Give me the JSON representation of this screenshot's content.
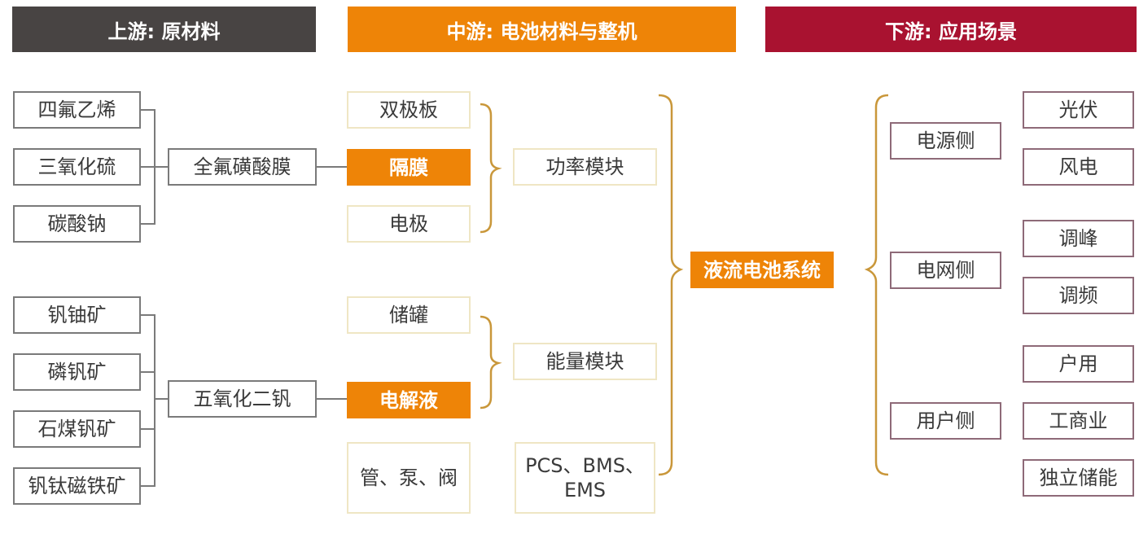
{
  "headers": {
    "upstream": "上游: 原材料",
    "midstream": "中游: 电池材料与整机",
    "downstream": "下游: 应用场景"
  },
  "upstream": {
    "group1": {
      "inputs": [
        "四氟乙烯",
        "三氧化硫",
        "碳酸钠"
      ],
      "output": "全氟磺酸膜"
    },
    "group2": {
      "inputs": [
        "钒铀矿",
        "磷钒矿",
        "石煤钒矿",
        "钒钛磁铁矿"
      ],
      "output": "五氧化二钒"
    }
  },
  "midstream": {
    "power_parts": [
      "双极板",
      "隔膜",
      "电极"
    ],
    "power_module": "功率模块",
    "energy_parts": [
      "储罐",
      "电解液"
    ],
    "energy_module": "能量模块",
    "other_parts": "管、泵、阀",
    "control_systems": [
      "PCS、BMS、",
      "EMS"
    ],
    "system": "液流电池系统"
  },
  "downstream": {
    "sides": [
      {
        "label": "电源侧",
        "scenarios": [
          "光伏",
          "风电"
        ]
      },
      {
        "label": "电网侧",
        "scenarios": [
          "调峰",
          "调频"
        ]
      },
      {
        "label": "用户侧",
        "scenarios": [
          "户用",
          "工商业",
          "独立储能"
        ]
      }
    ]
  },
  "colors": {
    "upstream_header": "#484443",
    "midstream_header": "#ee8407",
    "downstream_header": "#a91230",
    "bracket": "#c9973a",
    "highlight": "#ee8407"
  }
}
